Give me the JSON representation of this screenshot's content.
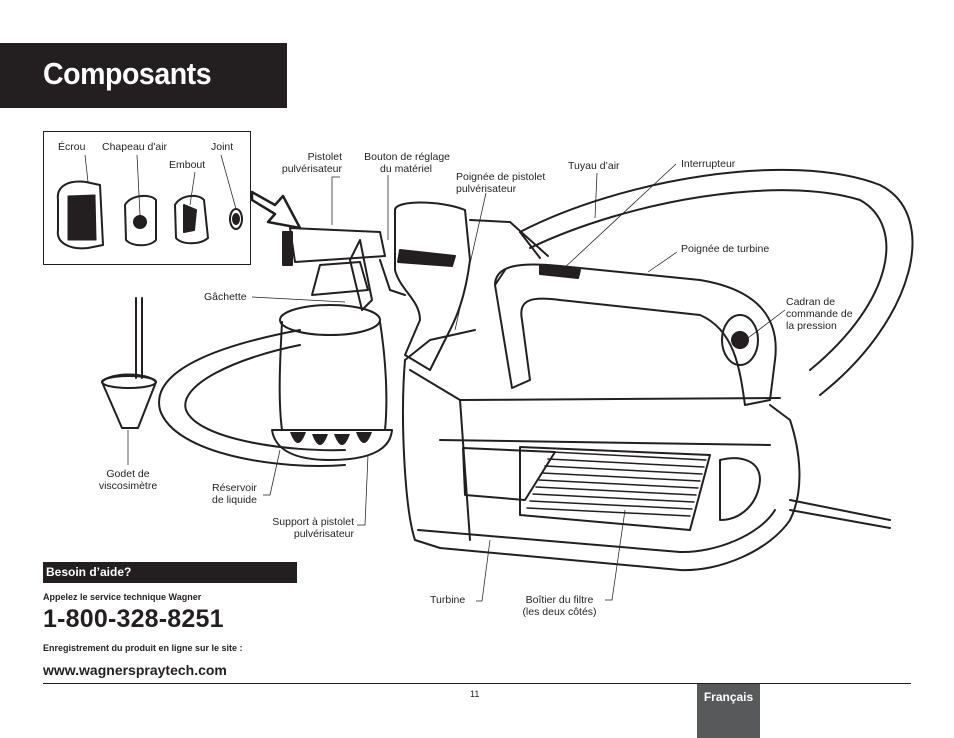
{
  "page": {
    "title": "Composants",
    "page_number": "11",
    "language_tab": "Français"
  },
  "inset": {
    "labels": {
      "nut": "Écrou",
      "air_cap": "Chapeau d'air",
      "gasket": "Joint",
      "tip": "Embout"
    }
  },
  "labels": {
    "spray_gun_1": "Pistolet",
    "spray_gun_2": "pulvérisateur",
    "flow_knob_1": "Bouton de réglage",
    "flow_knob_2": "du matériel",
    "gun_handle_1": "Poignée de pistolet",
    "gun_handle_2": "pulvérisateur",
    "air_hose": "Tuyau d’air",
    "switch": "Interrupteur",
    "turbine_handle": "Poignée de turbine",
    "pressure_dial_1": "Cadran de",
    "pressure_dial_2": "commande de",
    "pressure_dial_3": "la pression",
    "trigger": "Gâchette",
    "visco_cup_1": "Godet de",
    "visco_cup_2": "viscosimètre",
    "reservoir_1": "Réservoir",
    "reservoir_2": "de liquide",
    "gun_stand_1": "Support à pistolet",
    "gun_stand_2": "pulvérisateur",
    "turbine": "Turbine",
    "filter_1": "Boîtier du filtre",
    "filter_2": "(les deux côtés)"
  },
  "help": {
    "title": "Besoin d’aide?",
    "call_text": "Appelez le service technique Wagner",
    "phone": "1-800-328-8251",
    "register_text": "Enregistrement du produit en ligne sur le site :",
    "website": "www.wagnerspraytech.com"
  },
  "colors": {
    "ink": "#231f20",
    "tab_gray": "#58595b",
    "white": "#ffffff"
  }
}
